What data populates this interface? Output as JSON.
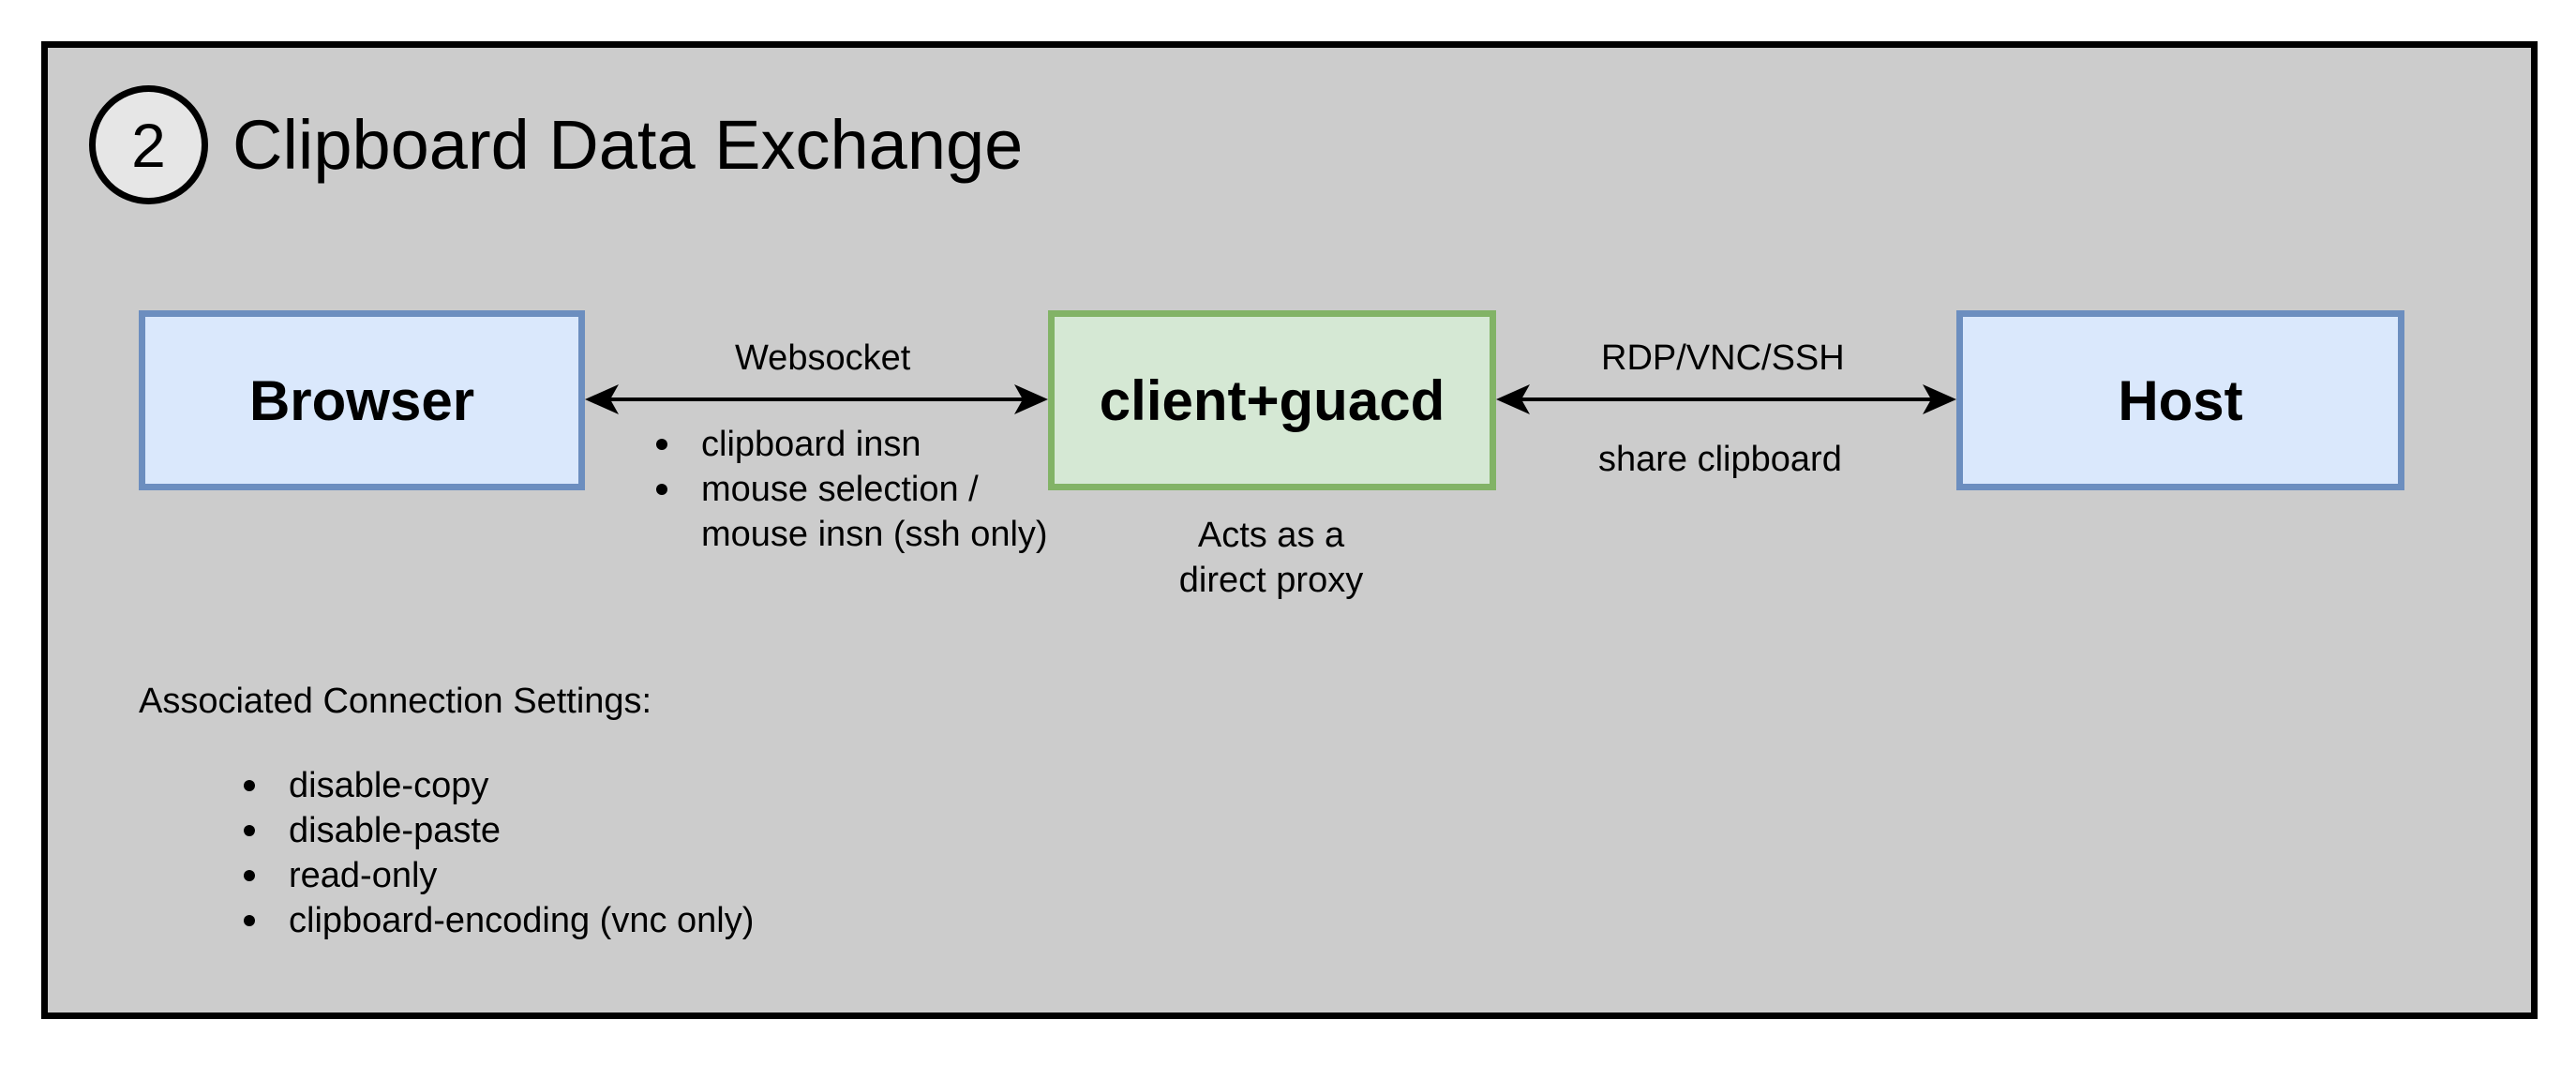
{
  "step": {
    "number": "2",
    "title": "Clipboard Data Exchange"
  },
  "nodes": {
    "browser": "Browser",
    "proxy": "client+guacd",
    "host": "Host"
  },
  "edges": {
    "browser_proxy": {
      "label": "Websocket",
      "bullets": [
        "clipboard insn",
        "mouse selection /",
        "mouse insn (ssh only)"
      ]
    },
    "proxy_host": {
      "label": "RDP/VNC/SSH",
      "note": "share clipboard"
    }
  },
  "proxy_note": [
    "Acts as a",
    "direct proxy"
  ],
  "settings": {
    "heading": "Associated Connection Settings:",
    "items": [
      "disable-copy",
      "disable-paste",
      "read-only",
      "clipboard-encoding (vnc only)"
    ]
  },
  "colors": {
    "panel_bg": "#cccccc",
    "blue_fill": "#dae8fc",
    "blue_stroke": "#6c8ebf",
    "green_fill": "#d5e8d4",
    "green_stroke": "#82b366"
  }
}
